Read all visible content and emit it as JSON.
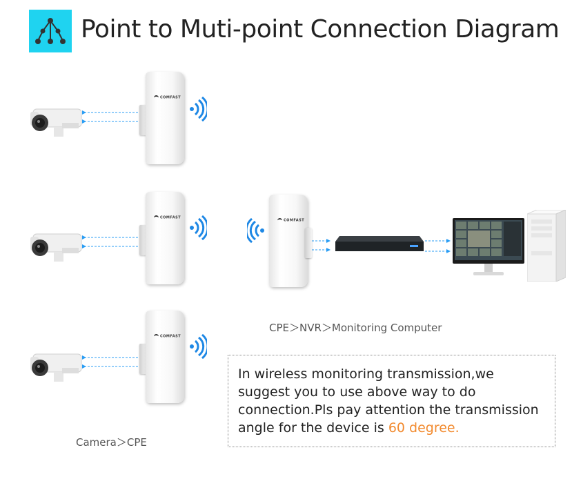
{
  "header": {
    "title": "Point to Muti-point Connection Diagram",
    "icon": "network-tree-icon",
    "icon_bg": "#1fd3f0"
  },
  "devices": {
    "cpe_brand": "COMFAST"
  },
  "captions": {
    "receiver": "CPE＞NVR＞Monitoring Computer",
    "sender": "Camera＞CPE"
  },
  "note": {
    "text": "In wireless monitoring transmission,we suggest you to use above way to do connection.Pls pay attention the transmission angle for the device is ",
    "highlight": "60 degree.",
    "highlight_color": "#f28a2e"
  },
  "colors": {
    "signal": "#1e88e5",
    "arrow": "#2a9df4"
  }
}
